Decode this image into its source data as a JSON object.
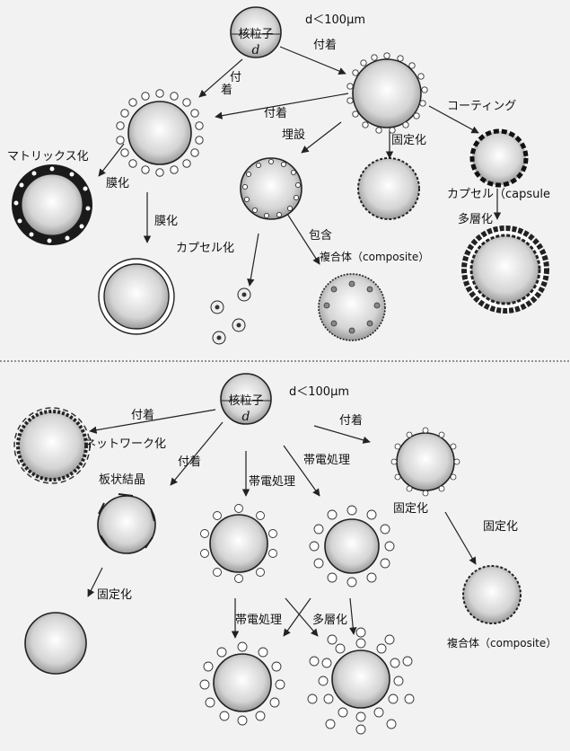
{
  "diagram": {
    "top": {
      "core_label": "核粒子",
      "core_symbol": "d",
      "size_condition": "d＜100μm",
      "labels": {
        "attach_right": "付着",
        "attach_left_1": "着",
        "attach_left_2": "付",
        "attach_mid": "付着",
        "embed": "埋設",
        "fix": "固定化",
        "coating": "コーティング",
        "matrix": "マトリックス化",
        "film_upper": "膜化",
        "film_lower": "膜化",
        "capsule": "カプセル（capsule",
        "multilayer": "多層化",
        "encapsulate": "カプセル化",
        "include": "包含",
        "composite": "複合体（composite）"
      }
    },
    "bottom": {
      "core_label": "核粒子",
      "core_symbol": "d",
      "size_condition": "d＜100μm",
      "labels": {
        "attach_left": "付着",
        "network": "ネットワーク化",
        "attach_mid": "付着",
        "plate_crystal": "板状結晶",
        "charge_left": "帯電処理",
        "charge_right": "帯電処理",
        "attach_right": "付着",
        "fix_upper": "固定化",
        "fix_right": "固定化",
        "fix_left": "固定化",
        "charge_bottom": "帯電処理",
        "multilayer": "多層化",
        "composite": "複合体（composite）"
      }
    }
  }
}
